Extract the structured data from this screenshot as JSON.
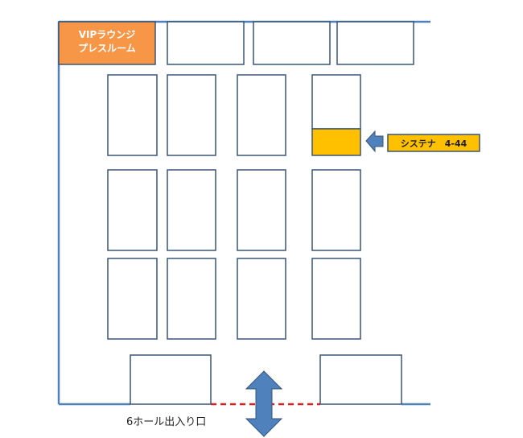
{
  "vip_booth": {
    "line1": "VIPラウンジ",
    "line2": "プレスルーム",
    "color": "#F79646"
  },
  "highlight": {
    "label": "システナ　4-44",
    "color": "#FFC000"
  },
  "entrance": {
    "label": "6ホール出入り口",
    "dash_color": "#E02020"
  },
  "colors": {
    "line": "#4F81BD",
    "booth_border": "#3A5677",
    "arrow": "#4F81BD"
  }
}
